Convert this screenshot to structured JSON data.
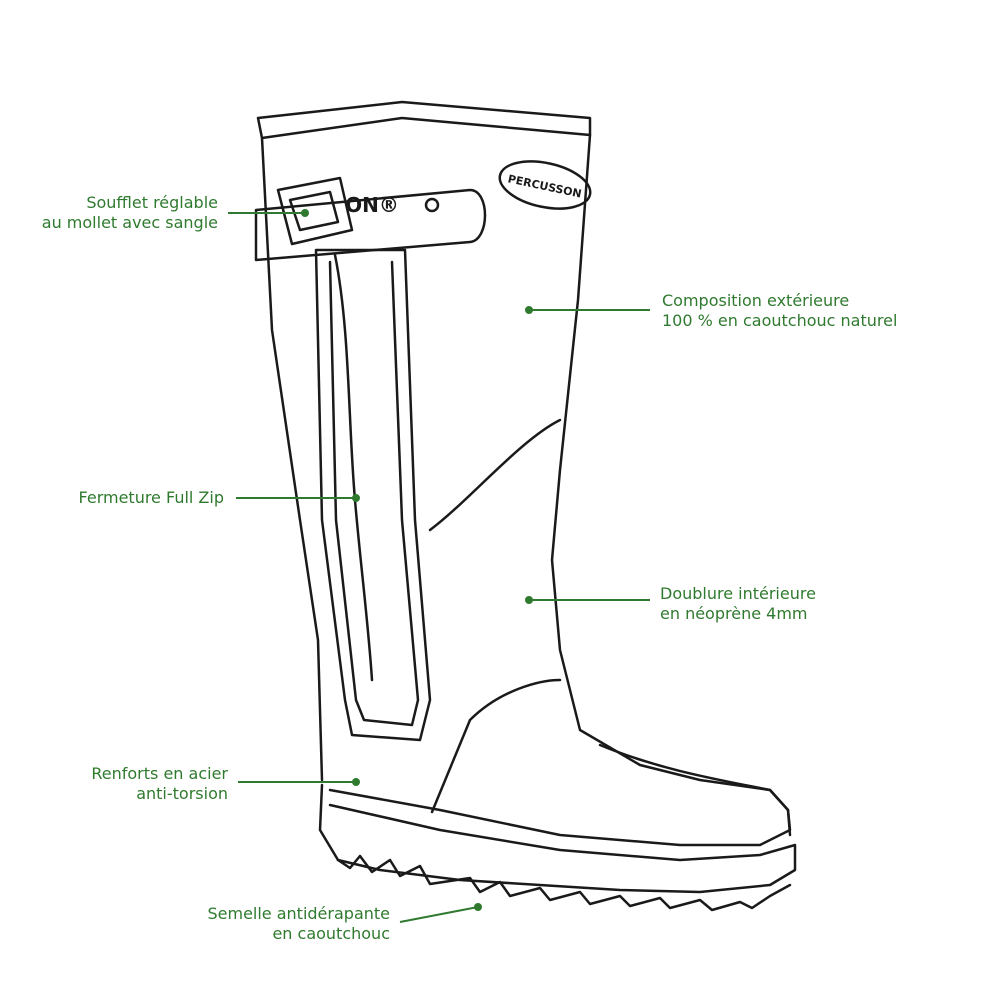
{
  "brand": {
    "name": "PERCUSSON",
    "strap_text": "ON®"
  },
  "colors": {
    "accent": "#2f7a2f",
    "outline": "#1a1a1a"
  },
  "callouts": {
    "soufflet": {
      "line1": "Soufflet réglable",
      "line2": "au mollet avec sangle"
    },
    "composition": {
      "line1": "Composition extérieure",
      "line2": "100 % en caoutchouc naturel"
    },
    "fermeture": {
      "line1": "Fermeture Full Zip"
    },
    "doublure": {
      "line1": "Doublure intérieure",
      "line2": "en néoprène 4mm"
    },
    "renforts": {
      "line1": "Renforts en acier",
      "line2": "anti-torsion"
    },
    "semelle": {
      "line1": "Semelle antidérapante",
      "line2": "en caoutchouc"
    }
  }
}
